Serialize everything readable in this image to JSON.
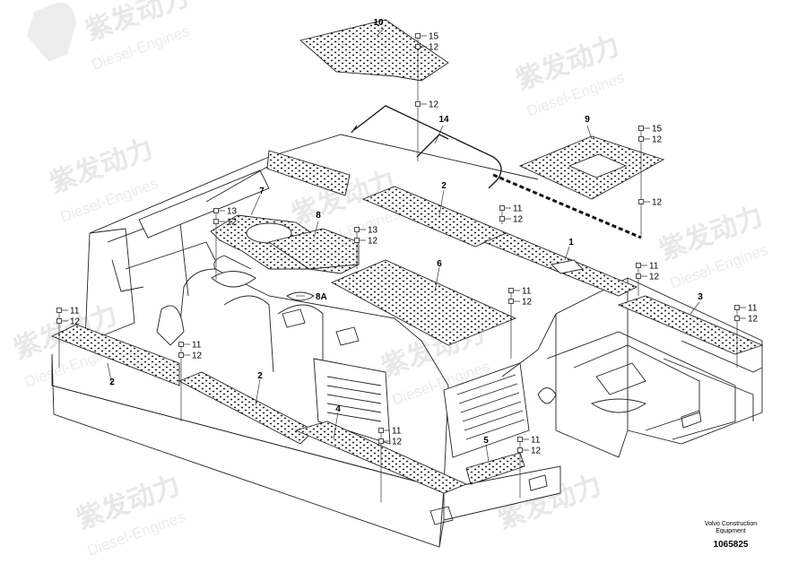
{
  "watermark": {
    "text_cn": "紫发动力",
    "text_en": "Diesel-Engines"
  },
  "footer": {
    "brand_line1": "Volvo Construction",
    "brand_line2": "Equipment",
    "drawing_number": "1065825"
  },
  "callouts": {
    "p10": "10",
    "p9": "9",
    "p14": "14",
    "p7": "7",
    "p8": "8",
    "p8a": "8A",
    "p6": "6",
    "p1": "1",
    "p2_top": "2",
    "p2_front": "2",
    "p2_left": "2",
    "p3": "3",
    "p4": "4",
    "p5": "5"
  },
  "fasteners": [
    {
      "a": "15",
      "b": "12"
    },
    {
      "a": "15",
      "b": "12"
    },
    {
      "a": "12"
    },
    {
      "a": "12"
    },
    {
      "a": "13",
      "b": "12"
    },
    {
      "a": "13",
      "b": "12"
    },
    {
      "a": "11",
      "b": "12"
    },
    {
      "a": "11",
      "b": "12"
    },
    {
      "a": "11",
      "b": "12"
    },
    {
      "a": "11",
      "b": "12"
    },
    {
      "a": "11",
      "b": "12"
    },
    {
      "a": "11",
      "b": "12"
    },
    {
      "a": "11",
      "b": "12"
    },
    {
      "a": "11",
      "b": "12"
    }
  ]
}
